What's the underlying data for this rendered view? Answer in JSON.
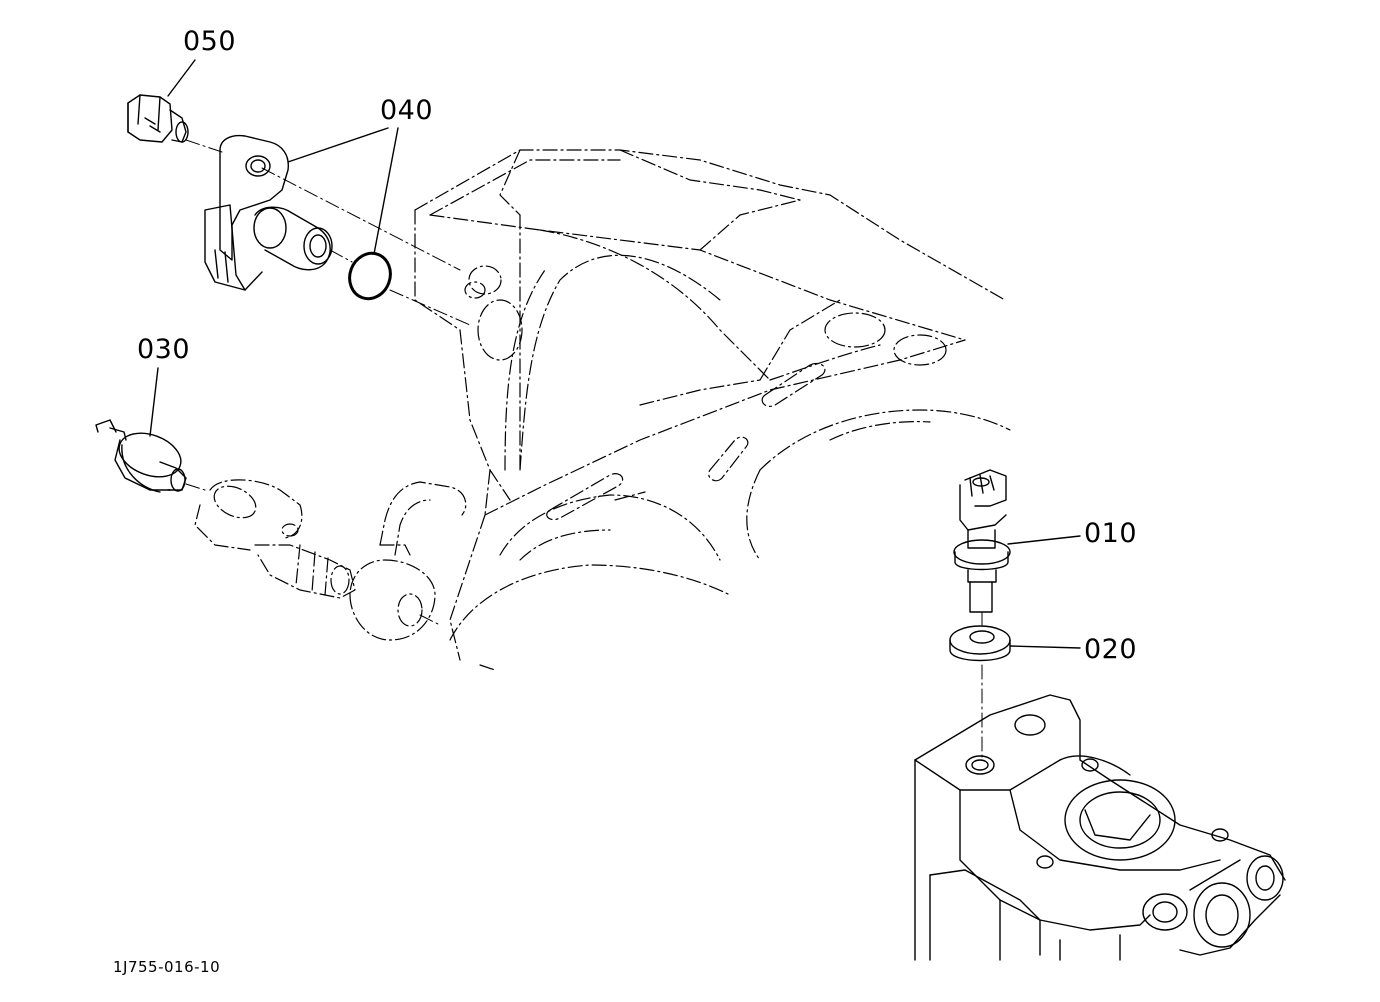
{
  "diagram": {
    "callouts": {
      "part_010": "010",
      "part_020": "020",
      "part_030": "030",
      "part_040": "040",
      "part_050": "050"
    },
    "drawing_number": "1J755-016-10",
    "line_color": "#000000"
  }
}
